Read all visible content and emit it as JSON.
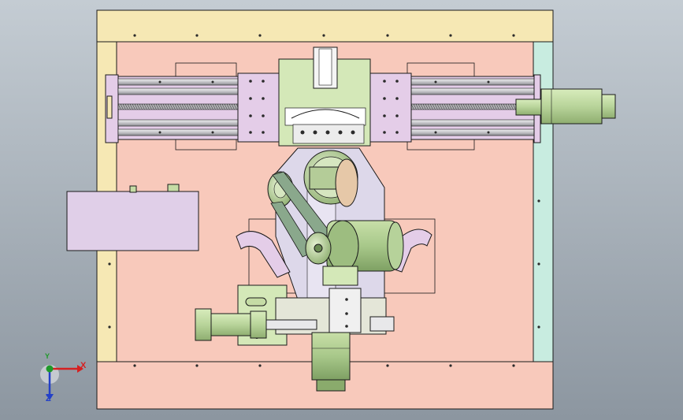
{
  "viewport": {
    "background_top": "#c4ccd3",
    "background_bottom": "#8c96a0"
  },
  "colors": {
    "frame_beige": "#f6e8b4",
    "base_pink": "#f8c9bb",
    "side_cyan": "#c8ece0",
    "slide_lavender": "#e4cde8",
    "rail_gray": "#c9c9cc",
    "carriage_green": "#d4e8b8",
    "plate_lavender": "#ddd8ea",
    "motor_green": "#a8c88a",
    "cylinder_green": "#c5dca5",
    "box_lavender": "#e0cfe8",
    "edge_black": "#1a1a1a"
  },
  "triad": {
    "x_label": "X",
    "y_label": "Y",
    "z_label": "Z",
    "x_color": "#d62020",
    "y_color": "#1f9a2a",
    "z_color": "#2340c8",
    "origin_icon": "ball-icon"
  }
}
